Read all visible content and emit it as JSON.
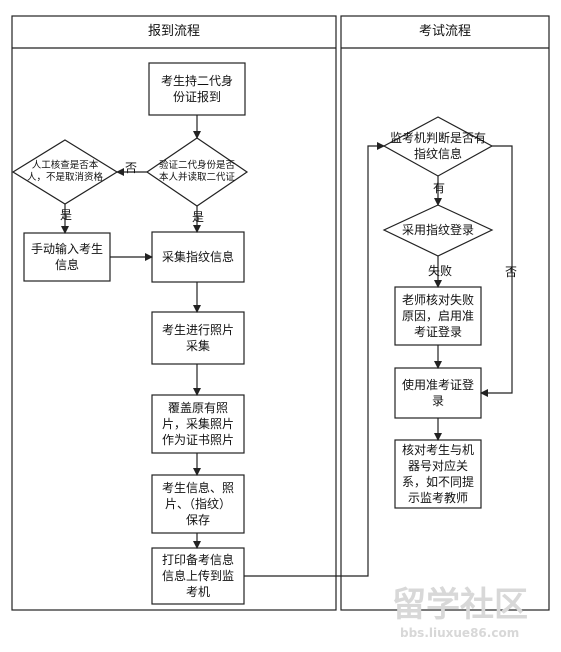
{
  "lanes": {
    "left_title": "报到流程",
    "right_title": "考试流程"
  },
  "nodes": {
    "start": "考生持二代身\n份证报到",
    "verify": "验证二代身份是否\n本人并读取二代证",
    "manual_check": "人工核查是否本\n人，不是取消资格",
    "manual_input": "手动输入考生\n信息",
    "collect_fingerprint": "采集指纹信息",
    "photo": "考生进行照片\n采集",
    "overwrite_photo": "覆盖原有照\n片，采集照片\n作为证书照片",
    "save": "考生信息、照\n片、（指纹）\n保存",
    "print_upload": "打印备考信息\n信息上传到监\n考机",
    "monitor_judge": "监考机判断是否有\n指纹信息",
    "fingerprint_login": "采用指纹登录",
    "teacher_check": "老师核对失败\n原因，启用准\n考证登录",
    "ticket_login": "使用准考证登\n录",
    "final_check": "核对考生与机\n器号对应关\n系，如不同提\n示监考教师"
  },
  "labels": {
    "no_left": "否",
    "yes_left": "是",
    "yes_verify": "是",
    "yes_monitor": "有",
    "fail": "失败",
    "no_monitor": "否"
  },
  "watermark": {
    "logo": "留学社区",
    "url": "bbs.liuxue86.com"
  },
  "colors": {
    "stroke": "#222222",
    "fill": "#ffffff",
    "watermark": "#d8d8d8"
  }
}
